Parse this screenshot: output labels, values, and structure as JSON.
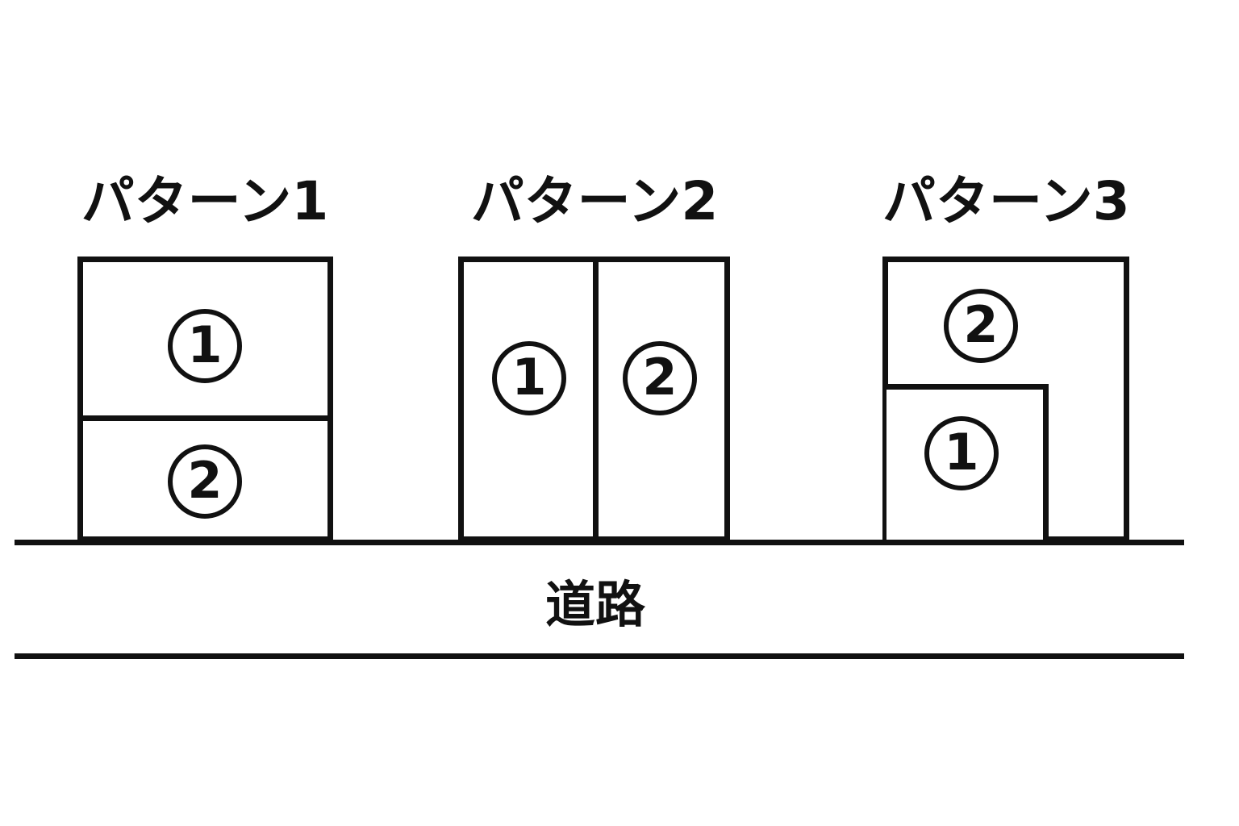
{
  "patterns": [
    {
      "title": "パターン1",
      "lots": [
        {
          "label": "1"
        },
        {
          "label": "2"
        }
      ]
    },
    {
      "title": "パターン2",
      "lots": [
        {
          "label": "1"
        },
        {
          "label": "2"
        }
      ]
    },
    {
      "title": "パターン3",
      "lots": [
        {
          "label": "1"
        },
        {
          "label": "2"
        }
      ]
    }
  ],
  "road": {
    "label": "道路"
  },
  "colors": {
    "line": "#111111",
    "background": "#ffffff"
  }
}
